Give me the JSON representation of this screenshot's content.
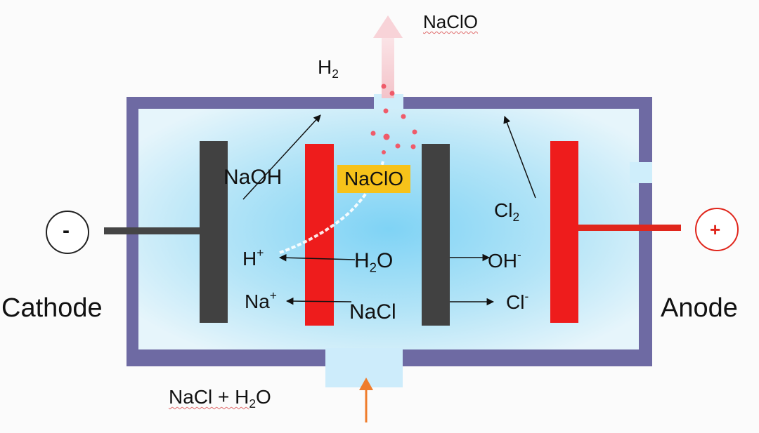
{
  "labels": {
    "naclo_top": "NaClO",
    "h2_top_main": "H",
    "h2_top_sub": "2",
    "naoh": "NaOH",
    "naclo_box": "NaClO",
    "cl2_main": "Cl",
    "cl2_sub": "2",
    "hplus_main": "H",
    "hplus_sup": "+",
    "h2o_main": "H",
    "h2o_sub": "2",
    "h2o_end": "O",
    "ohminus_main": "OH",
    "ohminus_sup": "-",
    "naplus_main": "Na",
    "naplus_sup": "+",
    "nacl": "NaCl",
    "clminus_main": "Cl",
    "clminus_sup": "-",
    "cathode": "Cathode",
    "anode": "Anode",
    "minus_sign": "-",
    "plus_sign": "+",
    "feed_a": "NaCl + H",
    "feed_sub": "2",
    "feed_b": "O"
  },
  "colors": {
    "tank_frame": "#6e6aa3",
    "electrolyte_center": "#8fd8f5",
    "electrolyte_edge": "#e3f4fb",
    "cathode_plate": "#414141",
    "anode_plate": "#ee1c1c",
    "naclo_box": "#f7c21a",
    "inflow_arrow": "#ef7d2d",
    "outflow_arrow": "#f5c7cc",
    "bubble": "#ef5b6a",
    "anode_terminal": "#e0261c",
    "cathode_terminal": "#454545"
  },
  "icons": [
    "minus-terminal-icon",
    "plus-terminal-icon",
    "inflow-arrow-icon",
    "outflow-arrow-icon"
  ]
}
